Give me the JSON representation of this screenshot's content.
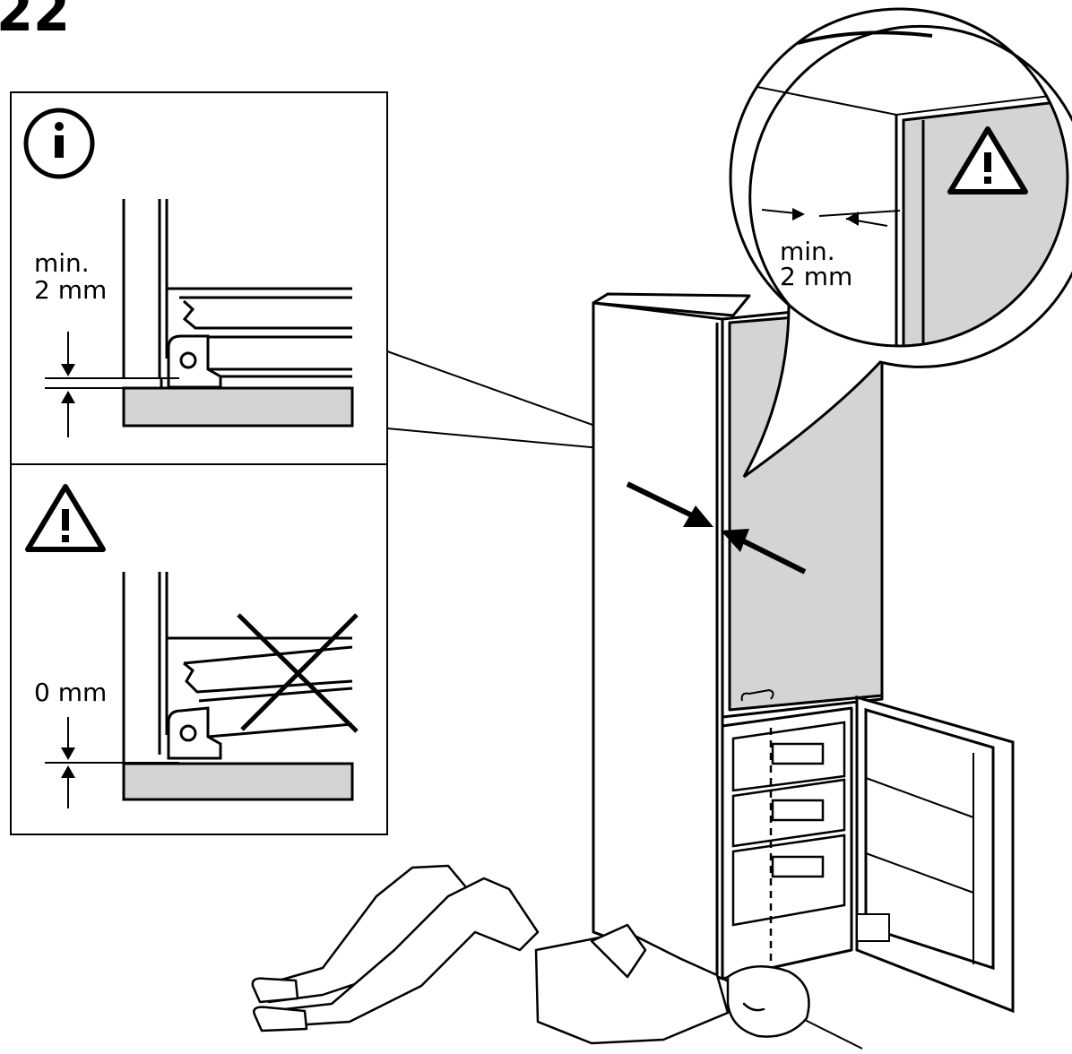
{
  "step_number": "22",
  "info_panel": {
    "icon": "info-icon",
    "gap_label_line1": "min.",
    "gap_label_line2": "2 mm"
  },
  "warning_panel": {
    "icon": "warning-icon",
    "gap_label": "0 mm",
    "cross_mark": "cross-mark"
  },
  "callout_bubble": {
    "icon": "warning-icon",
    "gap_label_line1": "min.",
    "gap_label_line2": "2 mm"
  },
  "colors": {
    "line": "#000000",
    "panel_fill": "#d4d4d4",
    "background": "#ffffff"
  }
}
